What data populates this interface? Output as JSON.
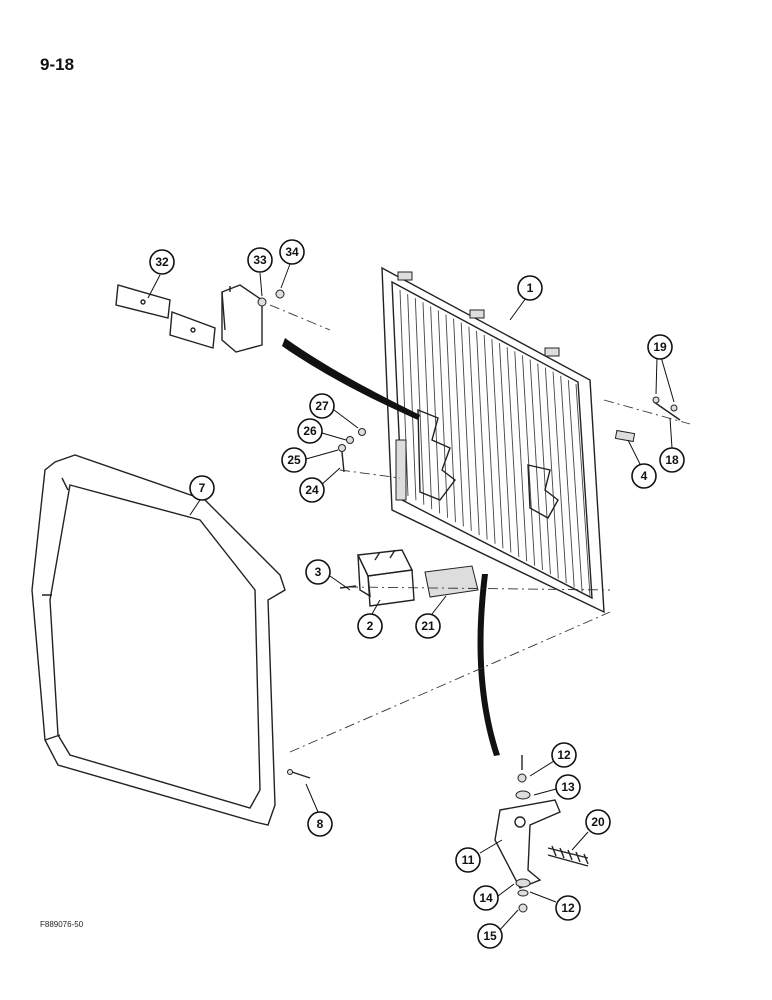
{
  "page": {
    "page_number": "9-18",
    "figure_code": "F889076-50"
  },
  "callouts": [
    "32",
    "33",
    "34",
    "1",
    "19",
    "27",
    "26",
    "25",
    "24",
    "4",
    "18",
    "7",
    "3",
    "2",
    "21",
    "12",
    "13",
    "20",
    "11",
    "14",
    "12",
    "15",
    "8"
  ]
}
